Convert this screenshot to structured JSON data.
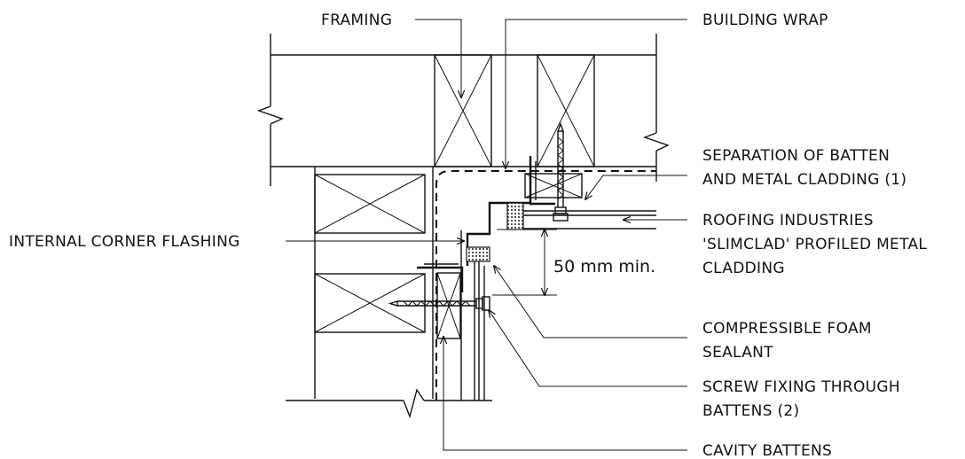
{
  "labels": {
    "framing": "FRAMING",
    "building_wrap": "BUILDING WRAP",
    "separation_line1": "SEPARATION OF BATTEN",
    "separation_line2": "AND METAL CLADDING (1)",
    "roofing_line1": "ROOFING INDUSTRIES",
    "roofing_line2": "'SLIMCLAD' PROFILED METAL",
    "roofing_line3": "CLADDING",
    "internal_corner_flashing": "INTERNAL CORNER FLASHING",
    "dimension": "50 mm min.",
    "foam_line1": "COMPRESSIBLE FOAM",
    "foam_line2": "SEALANT",
    "screw_line1": "SCREW FIXING THROUGH",
    "screw_line2": "BATTENS (2)",
    "cavity_battens": "CAVITY BATTENS"
  }
}
